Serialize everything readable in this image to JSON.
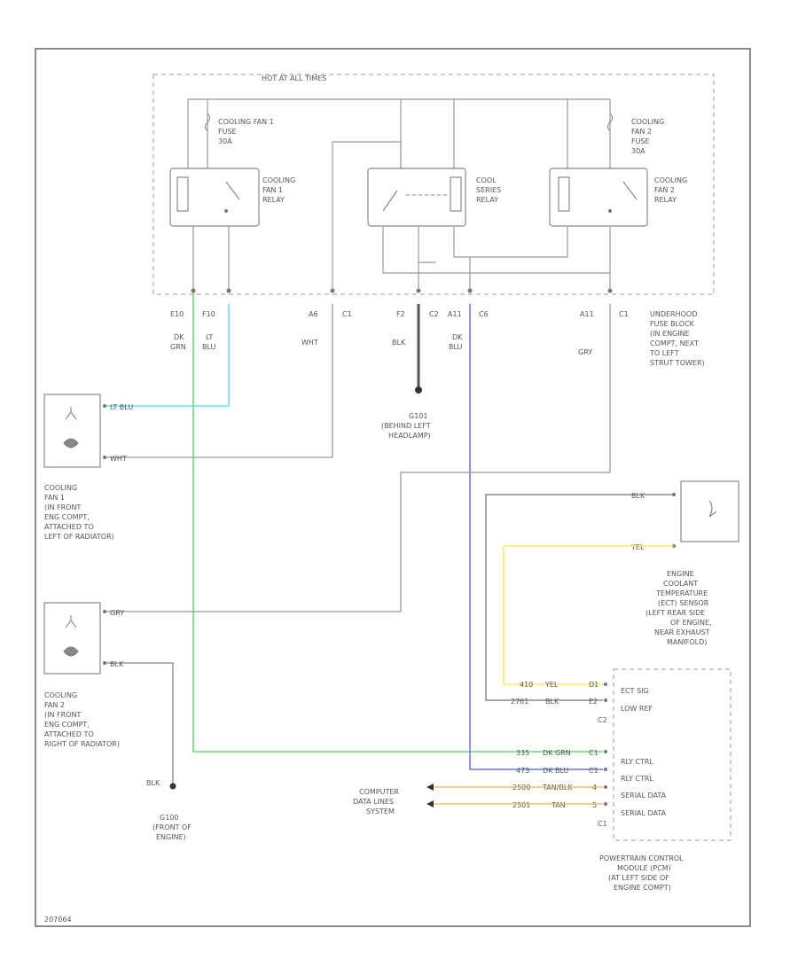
{
  "fuse_block": {
    "hot_label": "HOT AT ALL TIMES",
    "label": [
      "UNDERHOOD",
      "FUSE BLOCK",
      "(IN ENGINE",
      "COMPT, NEXT",
      "TO LEFT",
      "STRUT TOWER)"
    ],
    "fuse1": [
      "COOLING FAN 1",
      "FUSE",
      "30A"
    ],
    "fuse2": [
      "COOLING",
      "FAN 2",
      "FUSE",
      "30A"
    ],
    "relay1": [
      "COOLING",
      "FAN 1",
      "RELAY"
    ],
    "relay_mid": [
      "COOL",
      "SERIES",
      "RELAY"
    ],
    "relay2": [
      "COOLING",
      "FAN 2",
      "RELAY"
    ],
    "pins": {
      "e10": "E10",
      "f10": "F10",
      "a6": "A6",
      "c1a": "C1",
      "f2": "F2",
      "c2a": "C2",
      "a11": "A11",
      "c6": "C6",
      "a11b": "A11",
      "c1b": "C1"
    }
  },
  "wires": {
    "w1": [
      "DK",
      "GRN"
    ],
    "w2": [
      "LT",
      "BLU"
    ],
    "w3": "WHT",
    "w4": "BLK",
    "w5": [
      "DK",
      "BLU"
    ],
    "w6": "GRY"
  },
  "ground1": [
    "G101",
    "(BEHIND LEFT",
    "HEADLAMP)"
  ],
  "fan1": {
    "pin_a": "LT BLU",
    "pin_b": "WHT",
    "label": [
      "COOLING",
      "FAN 1",
      "(IN FRONT",
      "ENG COMPT,",
      "ATTACHED TO",
      "LEFT OF RADIATOR)"
    ]
  },
  "fan2": {
    "pin_a": "GRY",
    "pin_b": "BLK",
    "label": [
      "COOLING",
      "FAN 2",
      "(IN FRONT",
      "ENG COMPT,",
      "ATTACHED TO",
      "RIGHT OF RADIATOR)"
    ]
  },
  "ground2": {
    "wire": "BLK",
    "label": [
      "G100",
      "(FRONT OF",
      "ENGINE)"
    ]
  },
  "ect": {
    "wire1": "BLK",
    "wire2": "YEL",
    "label": [
      "ENGINE",
      "COOLANT",
      "TEMPERATURE",
      "(ECT) SENSOR",
      "(LEFT REAR SIDE",
      "OF ENGINE,",
      "NEAR EXHAUST",
      "MANIFOLD)"
    ]
  },
  "pcm": {
    "rows": [
      {
        "circuit": "410",
        "wire": "YEL",
        "pin": "D1",
        "label": "ECT SIG"
      },
      {
        "circuit": "2761",
        "wire": "BLK",
        "pin": "E2",
        "label": "LOW REF"
      },
      {
        "circuit": "335",
        "wire": "DK GRN",
        "pin": "C1",
        "label": "RLY CTRL"
      },
      {
        "circuit": "473",
        "wire": "DK BLU",
        "pin": "C1",
        "label": "RLY CTRL"
      },
      {
        "circuit": "2500",
        "wire": "TAN/BLK",
        "pin": "4",
        "label": "SERIAL DATA"
      },
      {
        "circuit": "2501",
        "wire": "TAN",
        "pin": "5",
        "label": "SERIAL DATA"
      }
    ],
    "conn_c2": "C2",
    "conn_c1": "C1",
    "label": [
      "POWERTRAIN CONTROL",
      "MODULE (PCM)",
      "(AT LEFT SIDE OF",
      "ENGINE COMPT)"
    ]
  },
  "computer_data": [
    "COMPUTER",
    "DATA LINES",
    "SYSTEM"
  ],
  "colors": {
    "dk_grn": "#55d055",
    "lt_blu": "#44e0e8",
    "dk_blu": "#4a5fd8",
    "yel": "#f2ee40",
    "tan": "#e8b84a",
    "plain": "#999999"
  },
  "footer": "207064"
}
